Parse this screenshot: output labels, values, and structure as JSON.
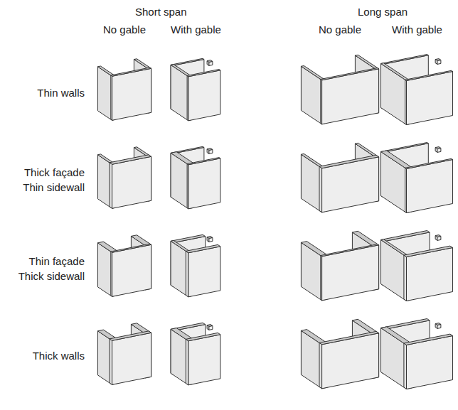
{
  "diagram": {
    "labels": [
      "Short span",
      "Long span",
      "No gable",
      "With gable",
      "No gable",
      "With gable",
      "Thin walls",
      "Thick façade Thin sidewall",
      "Thin façade Thick sidewall",
      "Thick walls"
    ]
  }
}
